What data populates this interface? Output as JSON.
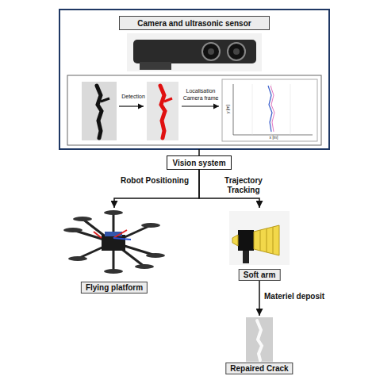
{
  "diagram": {
    "nodes": [
      {
        "text": [
          "Camera and ultrasonic sensor"
        ]
      },
      {
        "text": [
          "Vision system"
        ]
      },
      {
        "text": [
          "Flying platform"
        ]
      },
      {
        "text": [
          "Soft arm"
        ]
      },
      {
        "text": [
          "Repaired Crack"
        ]
      }
    ],
    "edges": [
      {
        "from": 1,
        "to": 2,
        "label": "Robot Positioning",
        "arrow": "to"
      },
      {
        "from": 1,
        "to": 3,
        "label": "Trajectory Tracking",
        "arrow": "to"
      },
      {
        "from": 3,
        "to": 4,
        "label": "Materiel deposit",
        "arrow": "to"
      }
    ],
    "labels": [
      "Detection",
      "Localisation Camera frame",
      "x [m]",
      "y [m]"
    ]
  }
}
